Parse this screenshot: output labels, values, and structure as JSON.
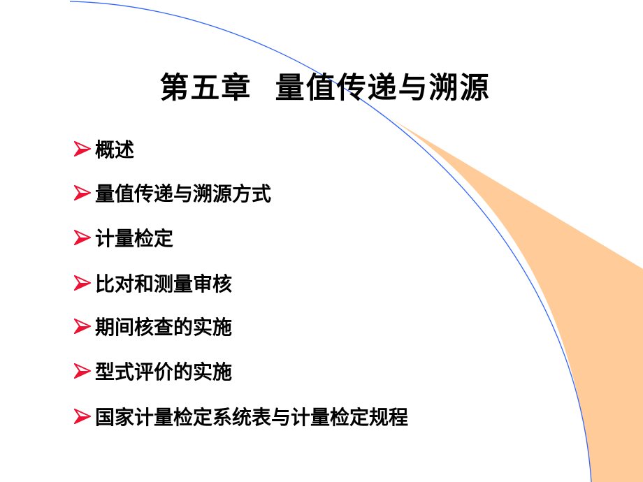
{
  "title": "第五章  量值传递与溯源",
  "items": [
    {
      "label": "概述"
    },
    {
      "label": "量值传递与溯源方式"
    },
    {
      "label": "计量检定"
    },
    {
      "label": "比对和测量审核"
    },
    {
      "label": "期间核查的实施"
    },
    {
      "label": "型式评价的实施"
    },
    {
      "label": "国家计量检定系统表与计量检定规程"
    }
  ],
  "colors": {
    "bullet": "#ee1133",
    "curve": "#3366ff",
    "fill": "#ffcc99"
  }
}
